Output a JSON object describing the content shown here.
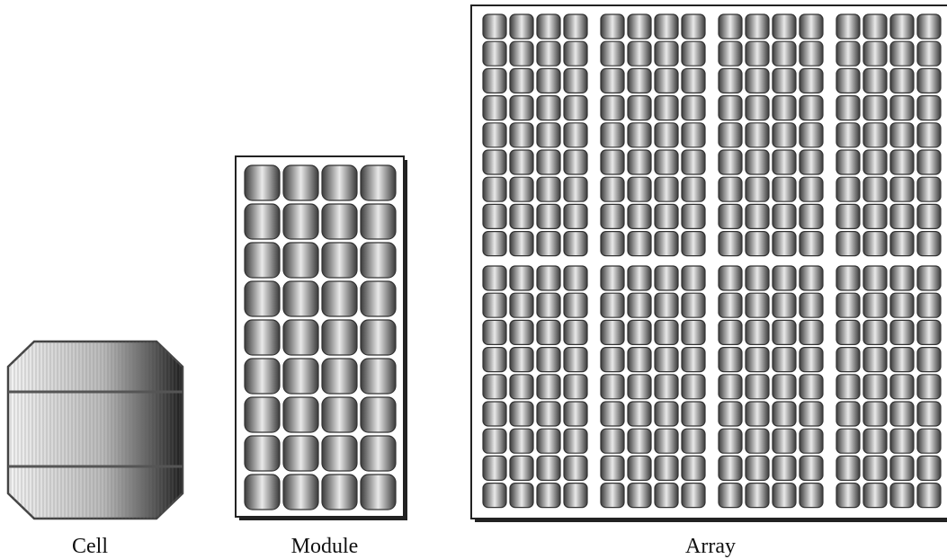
{
  "labels": {
    "cell": "Cell",
    "module": "Module",
    "array": "Array"
  },
  "structure": {
    "module": {
      "rows": 9,
      "cols": 4
    },
    "array": {
      "panel_rows": 2,
      "panel_cols": 4,
      "cell_rows": 9,
      "cell_cols": 4
    }
  },
  "colors": {
    "outline": "#222222",
    "frame_fill": "#ffffff",
    "cell_dark": "#3a3a3a",
    "cell_light": "#f2f2f2",
    "wafer_light": "#f4f4f4",
    "wafer_dark": "#1e1e1e"
  }
}
